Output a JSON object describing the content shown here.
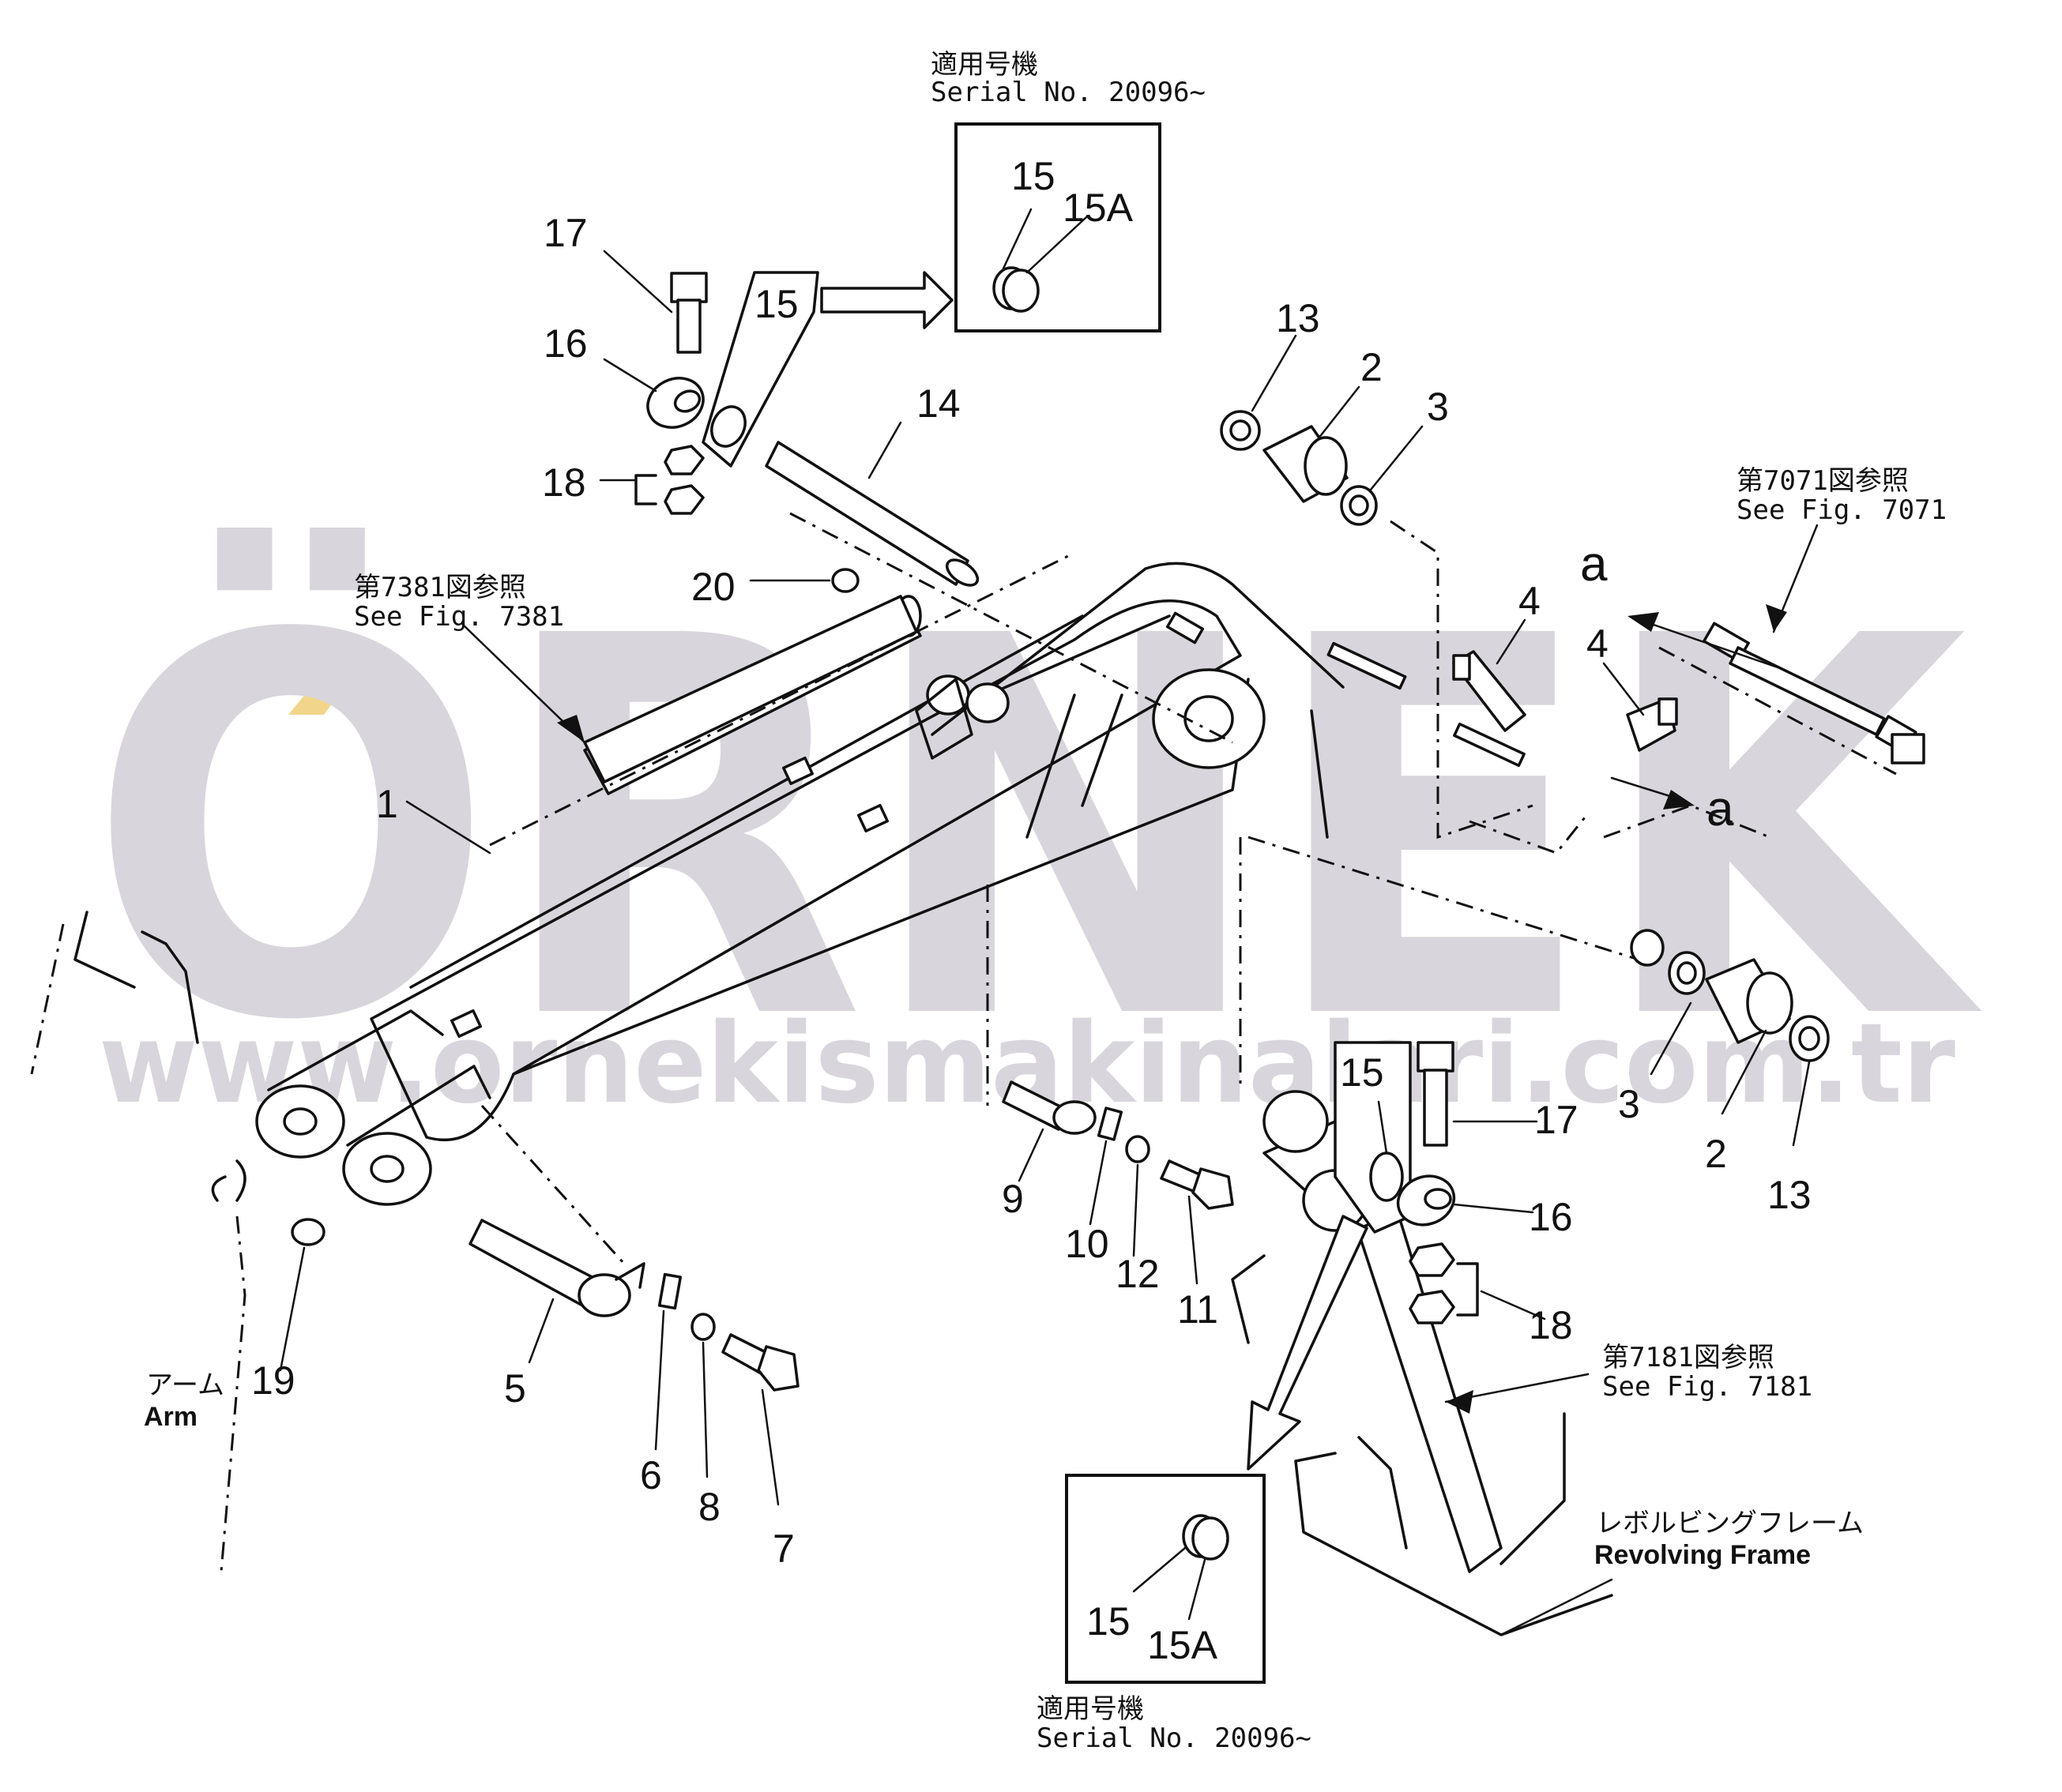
{
  "watermark": {
    "letters": "ÖRNEK",
    "url": "www.ornekismakinalari.com.tr",
    "color": "#d8d6dc",
    "accent": "#f1d58a"
  },
  "references": {
    "serial_top": {
      "jp": "適用号機",
      "en": "Serial  No.  20096~"
    },
    "serial_bottom": {
      "jp": "適用号機",
      "en": "Serial  No.  20096~"
    },
    "fig7381": {
      "jp": "第7381図参照",
      "en": "See  Fig.  7381"
    },
    "fig7071": {
      "jp": "第7071図参照",
      "en": "See  Fig.  7071"
    },
    "fig7181": {
      "jp": "第7181図参照",
      "en": "See  Fig.  7181"
    },
    "arm": {
      "jp": "アーム",
      "en": "Arm"
    },
    "revolving_frame": {
      "jp": "レボルビングフレーム",
      "en": "Revolving  Frame"
    }
  },
  "view_markers": {
    "a_top": "a",
    "a_bottom": "a"
  },
  "part_labels": {
    "p17_top": "17",
    "p16_top": "16",
    "p18_top": "18",
    "p15_top": "15",
    "p15_box_top": "15",
    "p15a_box_top": "15A",
    "p14": "14",
    "p20": "20",
    "p13_top": "13",
    "p2_top": "2",
    "p3_top": "3",
    "p4_a": "4",
    "p4_b": "4",
    "p1": "1",
    "p3_bot": "3",
    "p2_bot": "2",
    "p13_bot": "13",
    "p15_mid": "15",
    "p17_mid": "17",
    "p16_mid": "16",
    "p18_mid": "18",
    "p9": "9",
    "p10": "10",
    "p12": "12",
    "p11": "11",
    "p19": "19",
    "p5": "5",
    "p6": "6",
    "p8": "8",
    "p7": "7",
    "p15_box_bot": "15",
    "p15a_box_bot": "15A"
  }
}
